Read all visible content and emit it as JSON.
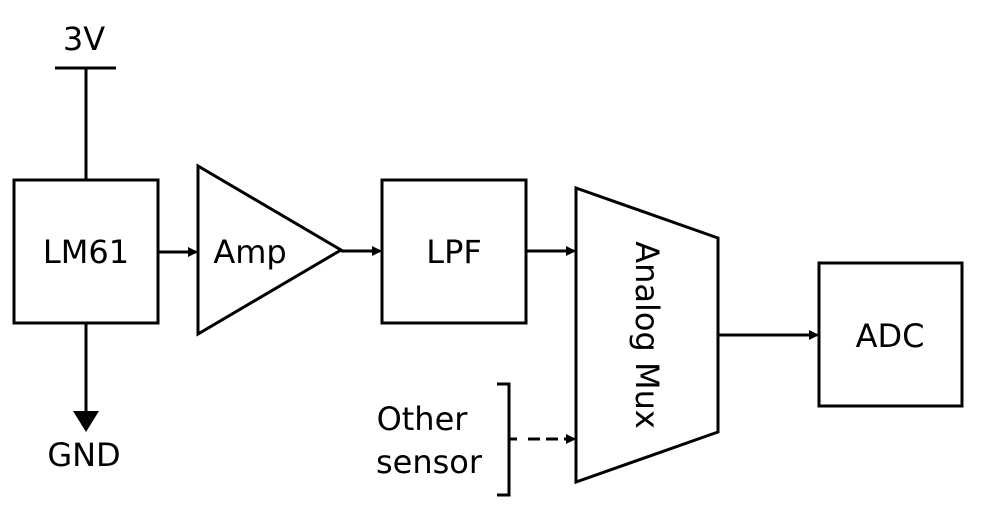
{
  "supply_label": "3V",
  "ground_label": "GND",
  "blocks": {
    "sensor": "LM61",
    "amplifier": "Amp",
    "filter": "LPF",
    "mux": "Analog Mux",
    "converter": "ADC"
  },
  "other_input_lines": [
    "Other",
    "sensor"
  ]
}
